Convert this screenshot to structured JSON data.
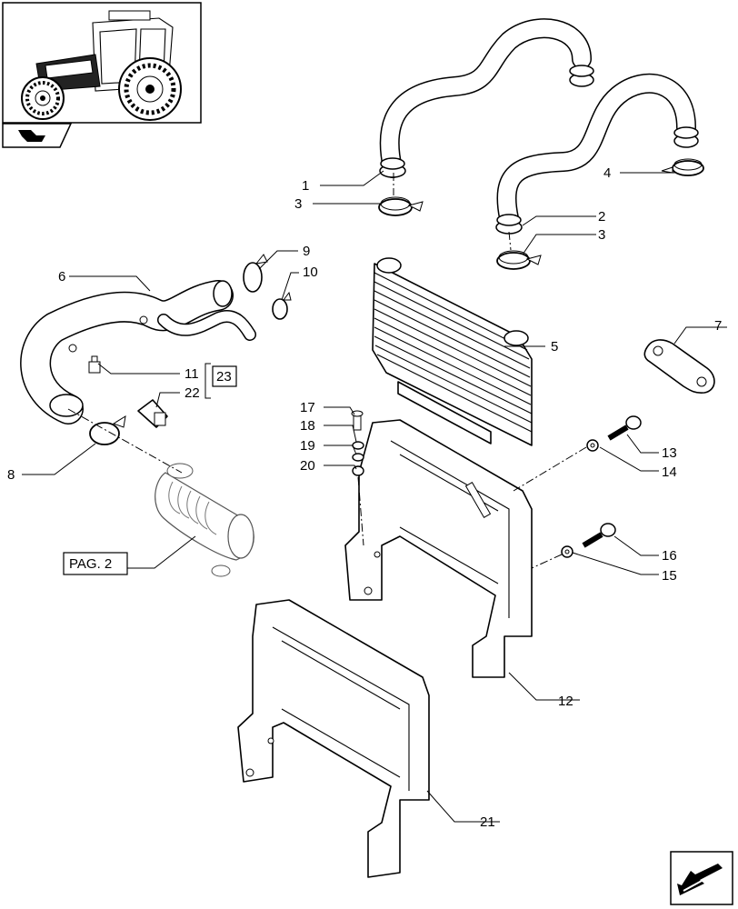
{
  "callouts": {
    "c1": "1",
    "c2": "2",
    "c3a": "3",
    "c3b": "3",
    "c4": "4",
    "c5": "5",
    "c6": "6",
    "c7": "7",
    "c8": "8",
    "c9": "9",
    "c10": "10",
    "c11": "11",
    "c12": "12",
    "c13": "13",
    "c14": "14",
    "c15": "15",
    "c16": "16",
    "c17": "17",
    "c18": "18",
    "c19": "19",
    "c20": "20",
    "c21": "21",
    "c22": "22",
    "c23": "23"
  },
  "page_reference": "PAG. 2",
  "icons": {
    "thumbnail": "tractor-thumbnail-icon",
    "section": "section-arrow-icon",
    "next": "next-page-arrow-icon"
  }
}
